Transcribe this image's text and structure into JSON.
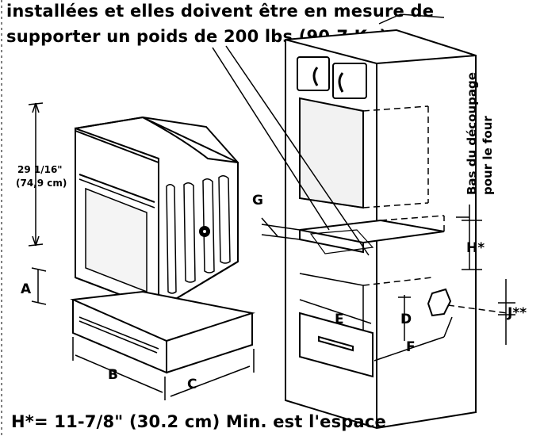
{
  "text": {
    "top_line1": "installées et elles doivent être en mesure de",
    "top_line2": "supporter un poids de 200 lbs (90.7 Kg).",
    "bottom_line": "H*= 11-7/8\" (30.2 cm) Min. est l'espace",
    "height_in": "29 1/16\"",
    "height_cm": "(74,9 cm)",
    "side_line1": "Bas du découpage",
    "side_line2": "pour le four"
  },
  "labels": {
    "A": "A",
    "B": "B",
    "C": "C",
    "D": "D",
    "E": "E",
    "F": "F",
    "G": "G",
    "H": "H*",
    "J": "J**"
  }
}
